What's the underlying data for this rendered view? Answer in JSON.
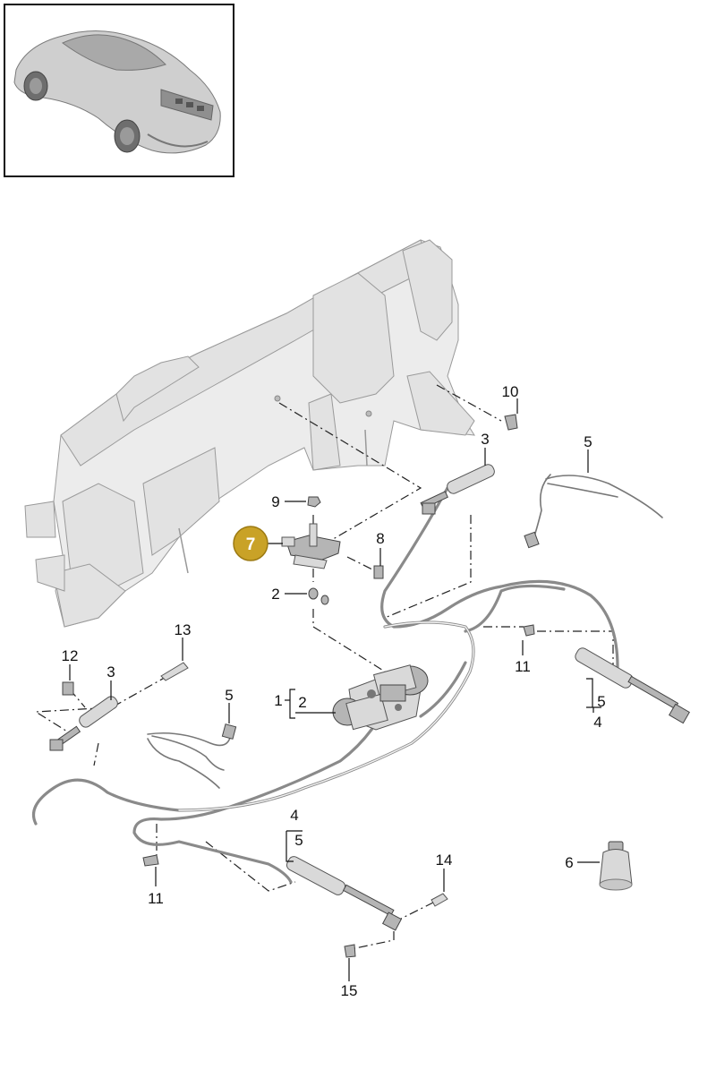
{
  "labels": {
    "l1": "1",
    "l2a": "2",
    "l2b": "2",
    "l3a": "3",
    "l3b": "3",
    "l4a": "4",
    "l4b": "4",
    "l5a": "5",
    "l5b": "5",
    "l5c": "5",
    "l5d": "5",
    "l6": "6",
    "l7": "7",
    "l8": "8",
    "l9": "9",
    "l10": "10",
    "l11a": "11",
    "l11b": "11",
    "l12": "12",
    "l13": "13",
    "l14": "14",
    "l15": "15"
  },
  "colors": {
    "highlight": "#C9A227",
    "highlight_stroke": "#9C7A12"
  }
}
